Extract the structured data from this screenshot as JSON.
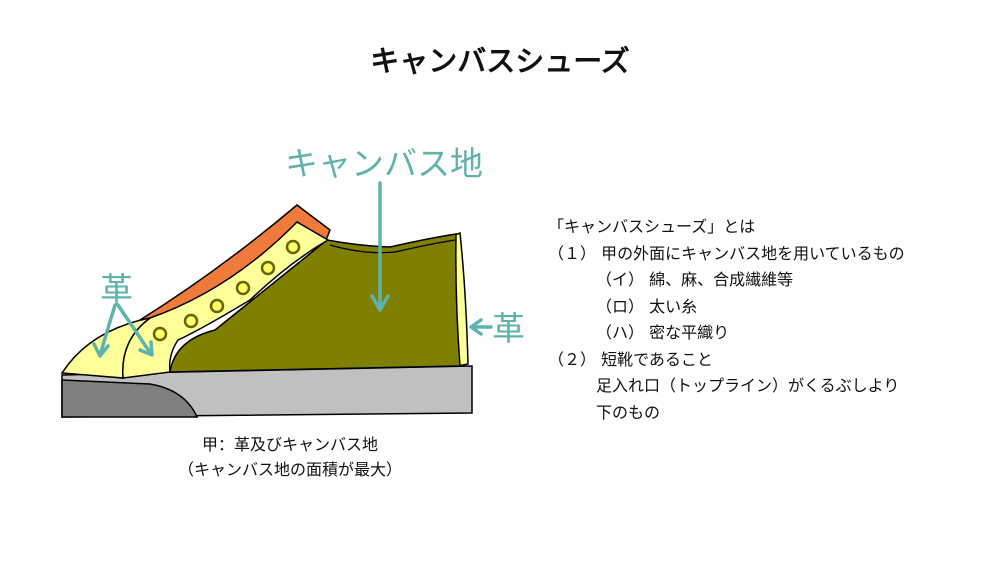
{
  "title": "キャンバスシューズ",
  "labels": {
    "canvas": "キャンバス地",
    "leather_left": "革",
    "leather_right": "革"
  },
  "caption": {
    "line1": "甲：革及びキャンバス地",
    "line2": "（キャンバス地の面積が最大）"
  },
  "definition": {
    "heading": "「キャンバスシューズ」とは",
    "lines": [
      "（１） 甲の外面にキャンバス地を用いているもの",
      "（イ） 綿、麻、合成繊維等",
      "（ロ） 太い糸",
      "（ハ） 密な平織り",
      "（２） 短靴であること",
      "足入れ口（トップライン）がくるぶしより",
      "下のもの"
    ]
  },
  "colors": {
    "accent": "#5fb3ad",
    "canvas": "#7f7f00",
    "leather": "#ffff99",
    "tongue": "#f07a3a",
    "sole": "#c0c0c0",
    "toe_cap": "#808080"
  }
}
